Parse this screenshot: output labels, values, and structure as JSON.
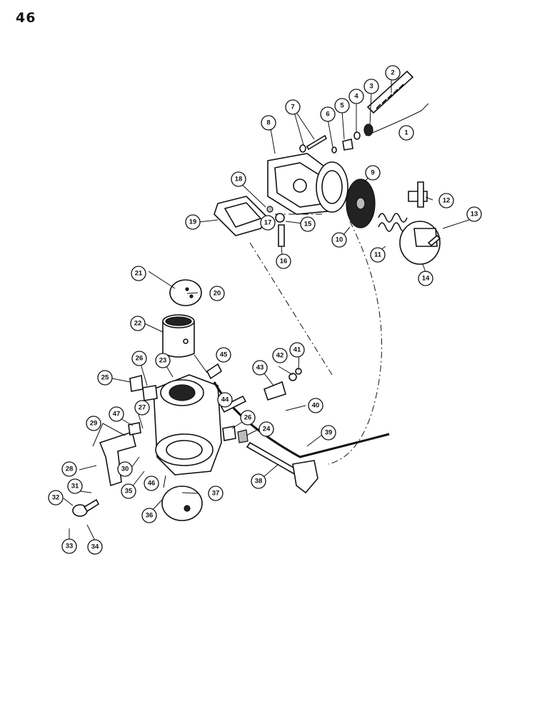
{
  "page": {
    "number": "46"
  },
  "callouts": [
    "1",
    "2",
    "3",
    "4",
    "5",
    "6",
    "7",
    "8",
    "9",
    "10",
    "11",
    "12",
    "13",
    "14",
    "15",
    "16",
    "17",
    "18",
    "19",
    "20",
    "21",
    "22",
    "23",
    "24",
    "25",
    "26",
    "26",
    "27",
    "28",
    "29",
    "30",
    "31",
    "32",
    "33",
    "34",
    "35",
    "36",
    "37",
    "38",
    "39",
    "40",
    "41",
    "42",
    "43",
    "44",
    "45",
    "46",
    "47"
  ]
}
